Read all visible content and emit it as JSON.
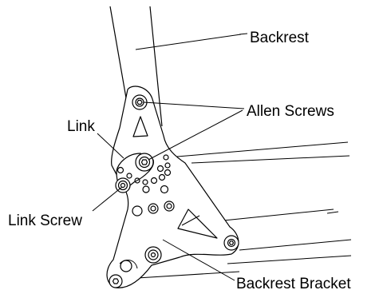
{
  "labels": {
    "backrest": "Backrest",
    "allen_screws": "Allen Screws",
    "link": "Link",
    "link_screw": "Link Screw",
    "backrest_bracket": "Backrest Bracket"
  }
}
